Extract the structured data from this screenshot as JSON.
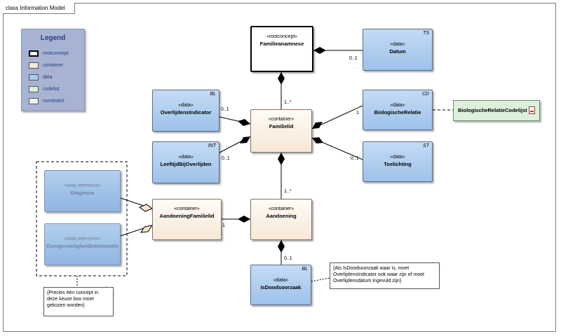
{
  "diagram_title": "class Information Model",
  "legend": {
    "title": "Legend",
    "items": [
      {
        "label": "rootconcept",
        "color": "#ffffff"
      },
      {
        "label": "container",
        "color": "#fbe9d7"
      },
      {
        "label": "data",
        "color": "#a9cbf0"
      },
      {
        "label": "codelist",
        "color": "#d8f2da"
      },
      {
        "label": "constraint",
        "color": "#f2f2f7"
      }
    ]
  },
  "classes": {
    "familieanamnese": {
      "stereotype": "«rootconcept»",
      "name": "Familieanamnese",
      "tag": ""
    },
    "datum": {
      "stereotype": "«data»",
      "name": "Datum",
      "tag": "TS"
    },
    "overlijdensindicator": {
      "stereotype": "«data»",
      "name": "OverlijdensIndicator",
      "tag": "BL"
    },
    "familielid": {
      "stereotype": "«container»",
      "name": "Familielid",
      "tag": ""
    },
    "biologischerelatie": {
      "stereotype": "«data»",
      "name": "BiologischeRelatie",
      "tag": "CD"
    },
    "leeftijdbijoverlijden": {
      "stereotype": "«data»",
      "name": "LeeftijdBijOverlijden",
      "tag": "INT"
    },
    "toelichting": {
      "stereotype": "«data»",
      "name": "Toelichting",
      "tag": "ST"
    },
    "diagnose": {
      "stereotype": "«data,reference»",
      "name": "Diagnose",
      "tag": ""
    },
    "overgevoeligheid": {
      "stereotype": "«data,reference»",
      "name": "OvergevoeligheidIntolerantie",
      "tag": ""
    },
    "aandoeningfamilielid": {
      "stereotype": "«container»",
      "name": "AandoeningFamilielid",
      "tag": ""
    },
    "aandoening": {
      "stereotype": "«container»",
      "name": "Aandoening",
      "tag": ""
    },
    "isdoodsoorzaak": {
      "stereotype": "«data»",
      "name": "IsDoodsoorzaak",
      "tag": "BL"
    }
  },
  "codelist": {
    "name": "BiologischeRelatieCodelijst"
  },
  "multiplicities": {
    "datum": "0..1",
    "familielid_from_root": "1..*",
    "overlijdensindicator": "0..1",
    "biologischerelatie": "1",
    "leeftijdbijoverlijden": "0..1",
    "toelichting": "0..1",
    "aandoening_from_familielid": "1..*",
    "aandoeningfamilielid": "1",
    "isdoodsoorzaak": "0..1"
  },
  "notes": {
    "choice": "{Precies één concept in deze keuze box moet gekozen worden}",
    "doodsoorzaak": "{Als IsDoodsoorzaak waar is, moet OverlijdensIndicator ook waar zijn of moet Overlijdensdatum ingevuld zijn}"
  }
}
